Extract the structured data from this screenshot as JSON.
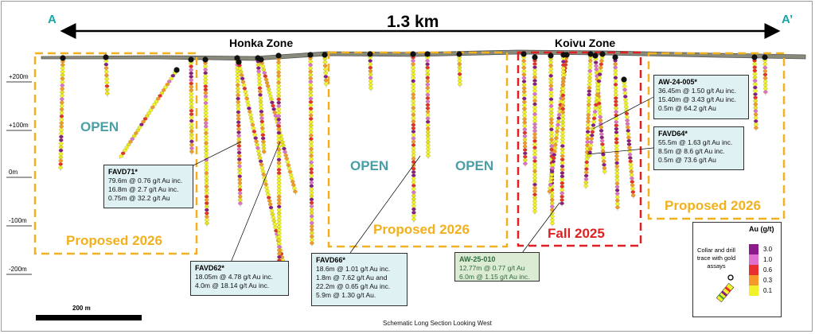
{
  "section": {
    "end_left": "A",
    "end_right": "A’",
    "distance": "1.3 km",
    "caption": "Schematic Long Section Looking West",
    "scale_label": "200 m"
  },
  "zones": {
    "honka": "Honka Zone",
    "koivu": "Koivu Zone"
  },
  "elevations": [
    "+200m",
    "+100m",
    "0m",
    "-100m",
    "-200m"
  ],
  "open_labels": [
    "OPEN",
    "OPEN",
    "OPEN"
  ],
  "proposed_labels": [
    "Proposed 2026",
    "Proposed 2026",
    "Proposed 2026"
  ],
  "fall_label": "Fall 2025",
  "callouts": {
    "favd71": {
      "title": "FAVD71*",
      "lines": [
        "79.6m @ 0.76 g/t Au inc.",
        "16.8m @ 2.7 g/t Au inc.",
        "0.75m @ 32.2 g/t Au"
      ]
    },
    "favd62": {
      "title": "FAVD62*",
      "lines": [
        "18.05m @ 4.78 g/t Au inc.",
        "4.0m @ 18.14 g/t Au inc."
      ]
    },
    "favd66": {
      "title": "FAVD66*",
      "lines": [
        "18.6m @ 1.01 g/t Au inc.",
        "1.8m @ 7.62 g/t Au and",
        "22.2m @ 0.65 g/t Au inc.",
        "5.9m @ 1.30 g/t Au."
      ]
    },
    "aw25010": {
      "title": "AW-25-010",
      "lines": [
        "12.77m @ 0.77 g/t Au",
        "6.0m @ 1.15 g/t Au inc."
      ]
    },
    "aw24005": {
      "title": "AW-24-005*",
      "lines": [
        "36.45m @ 1.50 g/t Au inc.",
        "15.40m @ 3.43 g/t Au inc.",
        "0.5m @ 64.2 g/t Au"
      ]
    },
    "favd64": {
      "title": "FAVD64*",
      "lines": [
        "55.5m @ 1.63 g/t Au inc.",
        "8.5m @ 8.6 g/t Au inc.",
        "0.5m @ 73.6 g/t Au"
      ]
    }
  },
  "legend": {
    "title": "Au (g/t)",
    "description": "Collar and drill trace with gold assays",
    "items": [
      {
        "value": "3.0",
        "color": "#8b1a8b"
      },
      {
        "value": "1.0",
        "color": "#e070d0"
      },
      {
        "value": "0.6",
        "color": "#e83030"
      },
      {
        "value": "0.3",
        "color": "#f59a2a"
      },
      {
        "value": "0.1",
        "color": "#f2f22a"
      }
    ]
  },
  "colors": {
    "teal": "#19a3a3",
    "open": "#4a9fa6",
    "proposed": "#f2b01e",
    "fall": "#e02020",
    "callout_bg": "#dff1f3",
    "callout_green_bg": "#dcebd3"
  }
}
